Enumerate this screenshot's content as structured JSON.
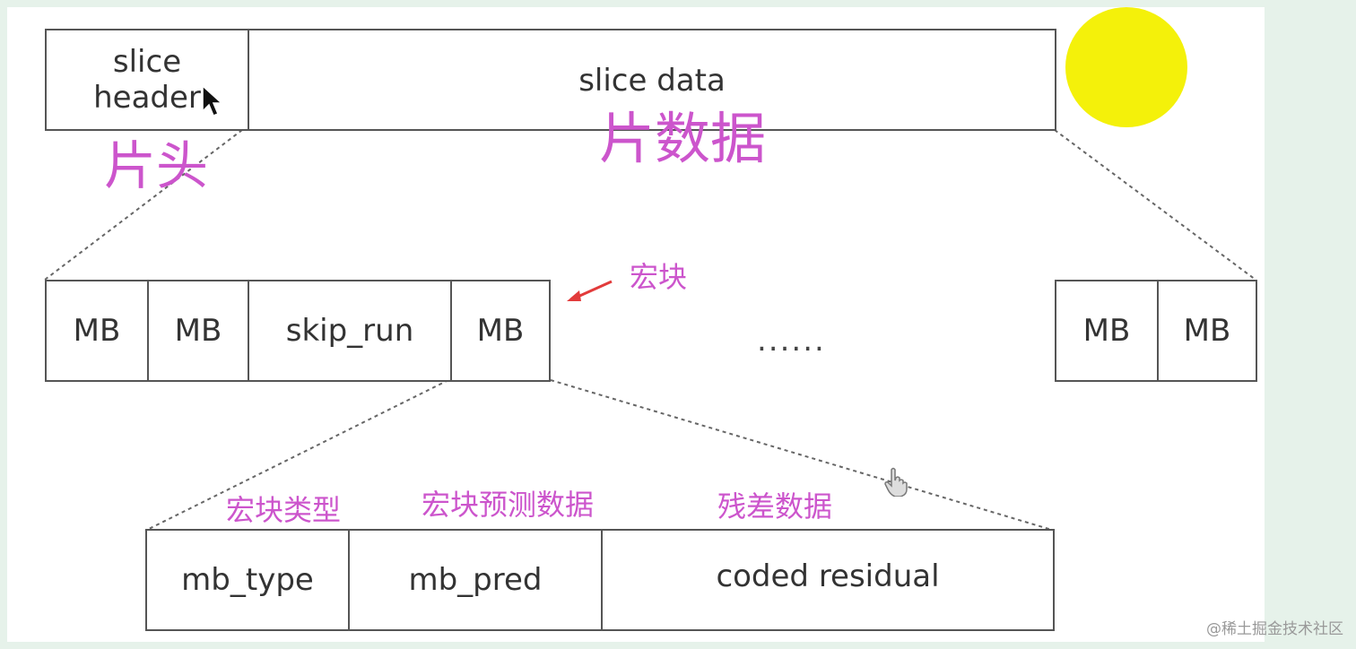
{
  "slice": {
    "header_label": "slice\nheader",
    "data_label": "slice data",
    "header_cn": "片头",
    "data_cn": "片数据"
  },
  "mb_row": {
    "cells": [
      "MB",
      "MB",
      "skip_run",
      "MB"
    ],
    "right_cells": [
      "MB",
      "MB"
    ],
    "ellipsis": "......",
    "annotation": "宏块"
  },
  "mb_detail": {
    "cells": [
      "mb_type",
      "mb_pred",
      "coded residual"
    ],
    "labels": [
      "宏块类型",
      "宏块预测数据",
      "残差数据"
    ]
  },
  "colors": {
    "annotation": "#cc55cc",
    "arrow": "#e23b3b",
    "highlight": "#f4f10a"
  },
  "watermark": "@稀土掘金技术社区"
}
